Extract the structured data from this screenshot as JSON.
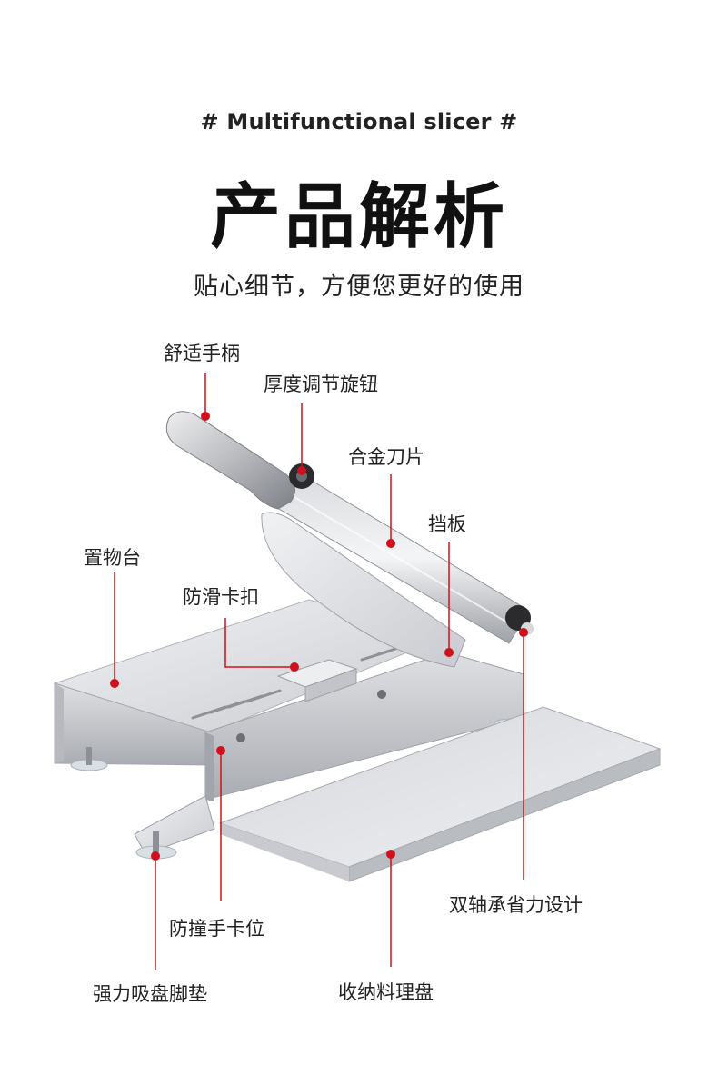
{
  "header": {
    "subtitle_en": "# Multifunctional slicer #",
    "title_cn": "产品解析",
    "tagline": "贴心细节，方便您更好的使用"
  },
  "callouts": {
    "handle": "舒适手柄",
    "thickness_knob": "厚度调节旋钮",
    "alloy_blade": "合金刀片",
    "baffle": "挡板",
    "platform": "置物台",
    "anti_slip_clip": "防滑卡扣",
    "dual_bearing": "双轴承省力设计",
    "hand_guard": "防撞手卡位",
    "suction_feet": "强力吸盘脚垫",
    "storage_tray": "收纳料理盘"
  },
  "colors": {
    "accent": "#d0101b",
    "steel_light": "#e8e9ec",
    "steel_mid": "#c4c6cb",
    "steel_dark": "#8d9096"
  }
}
